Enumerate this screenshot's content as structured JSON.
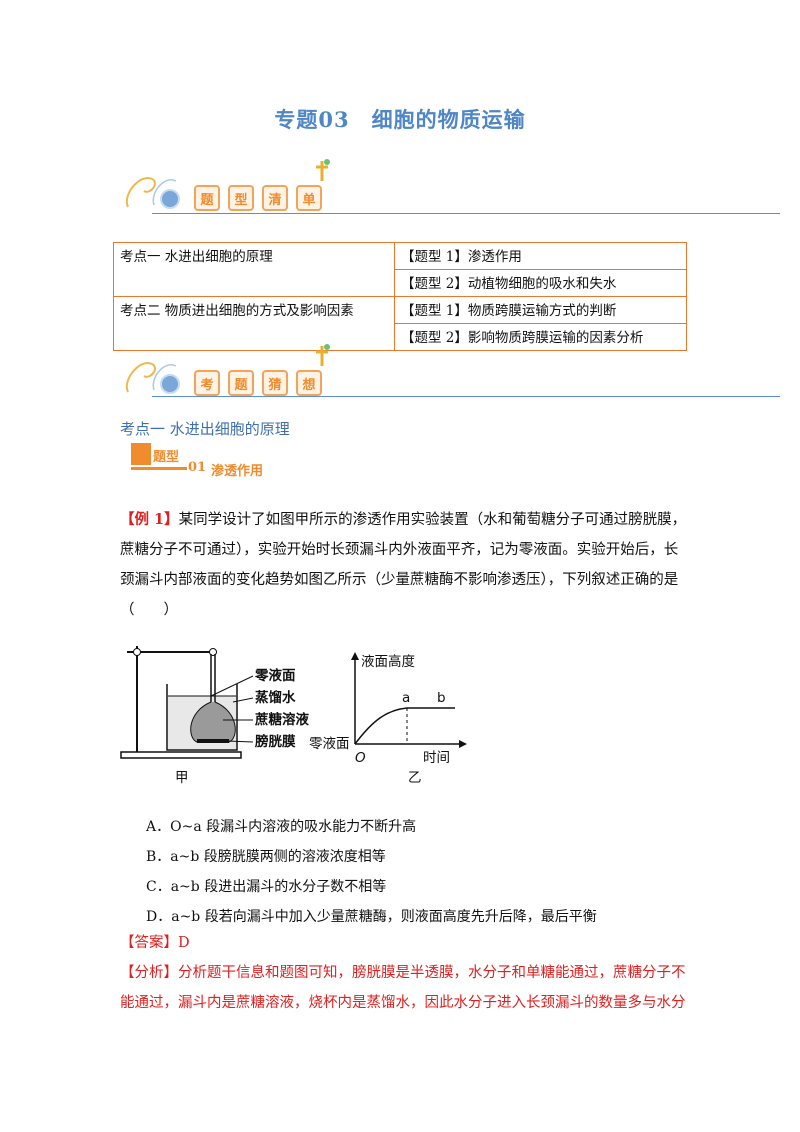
{
  "doc": {
    "title": "专题03　细胞的物质运输",
    "banner1": {
      "tiles": [
        "题",
        "型",
        "清",
        "单"
      ]
    },
    "banner2": {
      "tiles": [
        "考",
        "题",
        "猜",
        "想"
      ]
    },
    "table": [
      {
        "topic": "考点一  水进出细胞的原理",
        "types": [
          "【题型 1】渗透作用",
          "【题型 2】动植物细胞的吸水和失水"
        ]
      },
      {
        "topic": "考点二  物质进出细胞的方式及影响因素",
        "types": [
          "【题型 1】物质跨膜运输方式的判断",
          "【题型 2】影响物质跨膜运输的因素分析"
        ]
      }
    ],
    "section_heading": "考点一  水进出细胞的原理",
    "badge": {
      "word": "题型",
      "num": "01",
      "name": "渗透作用"
    },
    "example": {
      "tag": "【例 1】",
      "line1": "某同学设计了如图甲所示的渗透作用实验装置（水和葡萄糖分子可通过膀胱膜，",
      "line2": "蔗糖分子不可通过），实验开始时长颈漏斗内外液面平齐，记为零液面。实验开始后，长",
      "line3": "颈漏斗内部液面的变化趋势如图乙所示（少量蔗糖酶不影响渗透压），下列叙述正确的是",
      "line4": "（　　）"
    },
    "figure": {
      "labels_left": [
        "零液面",
        "蒸馏水",
        "蔗糖溶液",
        "膀胱膜"
      ],
      "caption_left": "甲",
      "graph_ylabel": "液面高度",
      "graph_origin_label": "零液面",
      "graph_origin": "O",
      "graph_xlabel": "时间",
      "graph_point_a": "a",
      "graph_point_b": "b",
      "caption_right": "乙"
    },
    "options": [
      "A．O~a 段漏斗内溶液的吸水能力不断升高",
      "B．a~b 段膀胱膜两侧的溶液浓度相等",
      "C．a~b 段进出漏斗的水分子数不相等",
      "D．a~b 段若向漏斗中加入少量蔗糖酶，则液面高度先升后降，最后平衡"
    ],
    "answer": {
      "label": "【答案】",
      "value": "D"
    },
    "analysis": {
      "label": "【分析】",
      "line1": "分析题干信息和题图可知，膀胱膜是半透膜，水分子和单糖能通过，蔗糖分子不",
      "line2": "能通过，漏斗内是蔗糖溶液，烧杯内是蒸馏水，因此水分子进入长颈漏斗的数量多与水分"
    },
    "colors": {
      "title": "#4f86c6",
      "accent": "#f08c2e",
      "table_border": "#e8792c",
      "answer": "#e02020"
    }
  }
}
